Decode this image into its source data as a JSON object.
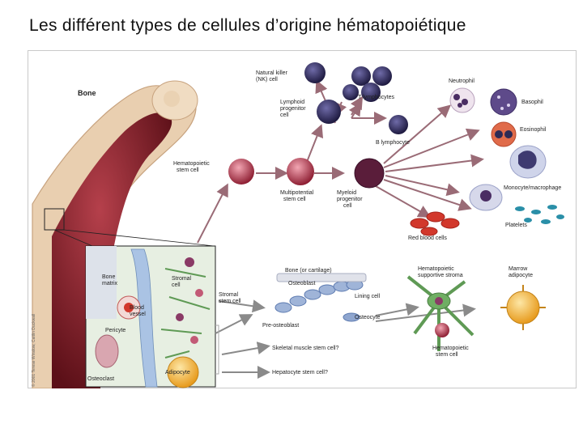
{
  "title": "Les différent types de cellules d’origine hématopoiétique",
  "credit": "© 2001 Terese Winslow, Caitlin Duckwall",
  "labels": {
    "bone": "Bone",
    "nk": [
      "Natural killer",
      "(NK) cell"
    ],
    "t_lymph": "T lymphocytes",
    "lymphoid_prog": [
      "Lymphoid",
      "progenitor",
      "cell"
    ],
    "b_lymph": "B lymphocyte",
    "neutrophil": "Neutrophil",
    "basophil": "Basophil",
    "eosinophil": "Eosinophil",
    "hsc": [
      "Hematopoietic",
      "stem cell"
    ],
    "multipotential": [
      "Multipotential",
      "stem cell"
    ],
    "myeloid": [
      "Myeloid",
      "progenitor",
      "cell"
    ],
    "monocyte": "Monocyte/macrophage",
    "platelets": "Platelets",
    "rbc": "Red blood cells",
    "bone_matrix": [
      "Bone",
      "matrix"
    ],
    "stromal_cell": [
      "Stromal",
      "cell"
    ],
    "blood_vessel": [
      "Blood",
      "vessel"
    ],
    "pericyte": "Pericyte",
    "osteoclast": "Osteoclast",
    "adipocyte": "Adipocyte",
    "stromal_stem": [
      "Stromal",
      "stem cell"
    ],
    "bone_cartilage": "Bone (or cartilage)",
    "osteoblast": "Osteoblast",
    "lining_cell": "Lining cell",
    "osteocyte": "Osteocyte",
    "pre_osteoblast": "Pre-osteoblast",
    "supportive_stroma": [
      "Hematopoietic",
      "supportive stroma"
    ],
    "marrow_adipocyte": [
      "Marrow",
      "adipocyte"
    ],
    "skeletal_muscle": "Skeletal muscle stem cell?",
    "hepatocyte": "Hepatocyte stem cell?",
    "hsc2": [
      "Hematopoietic",
      "stem cell"
    ]
  },
  "colors": {
    "bone": "#e7c9a7",
    "marrow": "#7b1a24",
    "lymphoid": "#2e2a5a",
    "stem": "#b3364c",
    "rbc": "#d2382c",
    "platelet": "#2a8fa8",
    "adipocyte": "#f0a82a",
    "stroma_green": "#5f9a55",
    "arrow": "#9a6b76"
  }
}
